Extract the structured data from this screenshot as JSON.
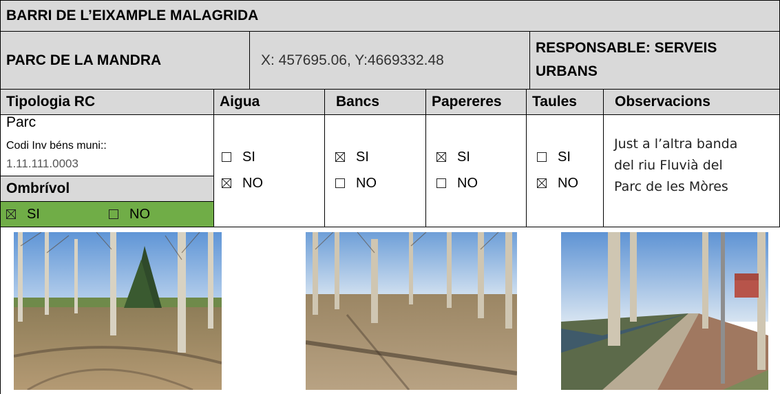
{
  "header": {
    "title": "BARRI DE L’EIXAMPLE MALAGRIDA"
  },
  "row2": {
    "park_name": "PARC DE LA MANDRA",
    "coordinates": "X: 457695.06, Y:4669332.48",
    "responsible_line1": "RESPONSABLE: SERVEIS",
    "responsible_line2": "URBANS"
  },
  "columns": [
    "Tipologia RC",
    "Aigua",
    "Bancs",
    "Papereres",
    "Taules",
    "Observacions"
  ],
  "tipologia": {
    "type": "Parc",
    "code_label": "Codi Inv béns muni::",
    "code_value": "1.11.111.0003",
    "shade_label": "Ombrívol",
    "shade_si": "SI",
    "shade_no": "NO",
    "shade_value": "SI"
  },
  "amenities": {
    "aigua": {
      "si": "SI",
      "no": "NO",
      "value": "NO"
    },
    "bancs": {
      "si": "SI",
      "no": "NO",
      "value": "SI"
    },
    "papereres": {
      "si": "SI",
      "no": "NO",
      "value": "SI"
    },
    "taules": {
      "si": "SI",
      "no": "NO",
      "value": "NO"
    }
  },
  "observacions": [
    "Just a l’altra banda",
    "del riu Fluvià del",
    "Parc de les Mòres"
  ],
  "colors": {
    "header_bg": "#d9d9d9",
    "shade_green": "#70ad47",
    "sky": "#7fb2e6",
    "ground": "#a8916e"
  },
  "photos": [
    "park-trees-photo",
    "park-ground-photo",
    "riverside-path-photo"
  ]
}
